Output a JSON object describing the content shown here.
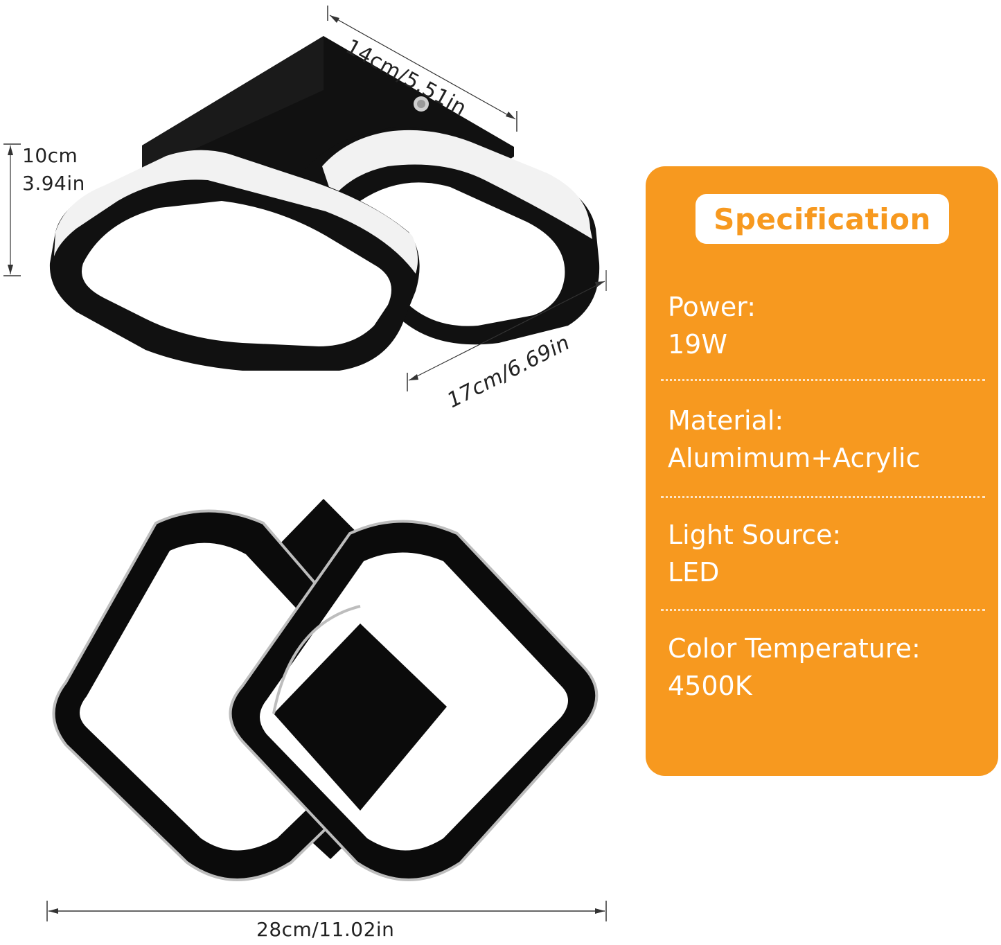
{
  "dimensions": {
    "top_width": "14cm/5.51in",
    "height_cm": "10cm",
    "height_in": "3.94in",
    "depth": "17cm/6.69in",
    "overall_width": "28cm/11.02in"
  },
  "specification": {
    "title": "Specification",
    "accent_color": "#f7991f",
    "items": [
      {
        "label": "Power:",
        "value": "19W"
      },
      {
        "label": "Material:",
        "value": "Alumimum+Acrylic"
      },
      {
        "label": "Light Source:",
        "value": "LED"
      },
      {
        "label": "Color Temperature:",
        "value": "4500K"
      }
    ]
  }
}
